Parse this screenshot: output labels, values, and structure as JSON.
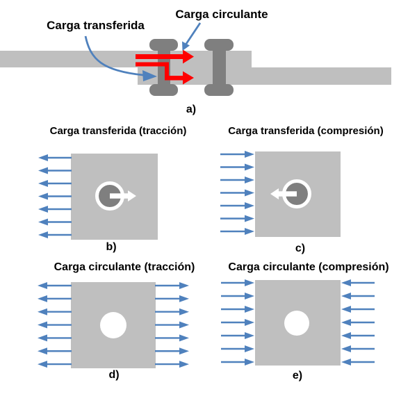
{
  "figure": {
    "background": "#FFFFFF",
    "colors": {
      "shaft_light_gray": "#BFBFBF",
      "coupling_dark_gray": "#7F7F7F",
      "arrow_blue": "#4F81BD",
      "load_red": "#FF0000",
      "text_black": "#000000",
      "symbol_white": "#FFFFFF"
    },
    "top_diagram": {
      "caption": "a)",
      "labels": {
        "transferred": "Carga transferida",
        "circulating": "Carga circulante"
      },
      "red_arrows": [
        {
          "name": "transferred-load-straight-arrow",
          "direction": "right"
        },
        {
          "name": "transferred-load-stepped-arrow",
          "direction": "right-down-right"
        }
      ],
      "couplings_count": 2
    },
    "panels": [
      {
        "id": "b",
        "title": "Carga transferida (tracción)",
        "caption": "b)",
        "arrow_sides": [
          {
            "side": "left",
            "count": 7,
            "direction": "pointing-left-outward"
          }
        ],
        "center_symbol": "rotation-arrow-right"
      },
      {
        "id": "c",
        "title": "Carga transferida (compresión)",
        "caption": "c)",
        "arrow_sides": [
          {
            "side": "left",
            "count": 7,
            "direction": "pointing-right-inward"
          }
        ],
        "center_symbol": "rotation-arrow-left"
      },
      {
        "id": "d",
        "title": "Carga circulante (tracción)",
        "caption": "d)",
        "arrow_sides": [
          {
            "side": "left",
            "count": 7,
            "direction": "pointing-left-outward"
          },
          {
            "side": "right",
            "count": 7,
            "direction": "pointing-right-outward"
          }
        ],
        "center_symbol": "white-hole-circle"
      },
      {
        "id": "e",
        "title": "Carga circulante (compresión)",
        "caption": "e)",
        "arrow_sides": [
          {
            "side": "left",
            "count": 7,
            "direction": "pointing-right-inward"
          },
          {
            "side": "right",
            "count": 7,
            "direction": "pointing-left-inward"
          }
        ],
        "center_symbol": "white-hole-circle"
      }
    ]
  }
}
